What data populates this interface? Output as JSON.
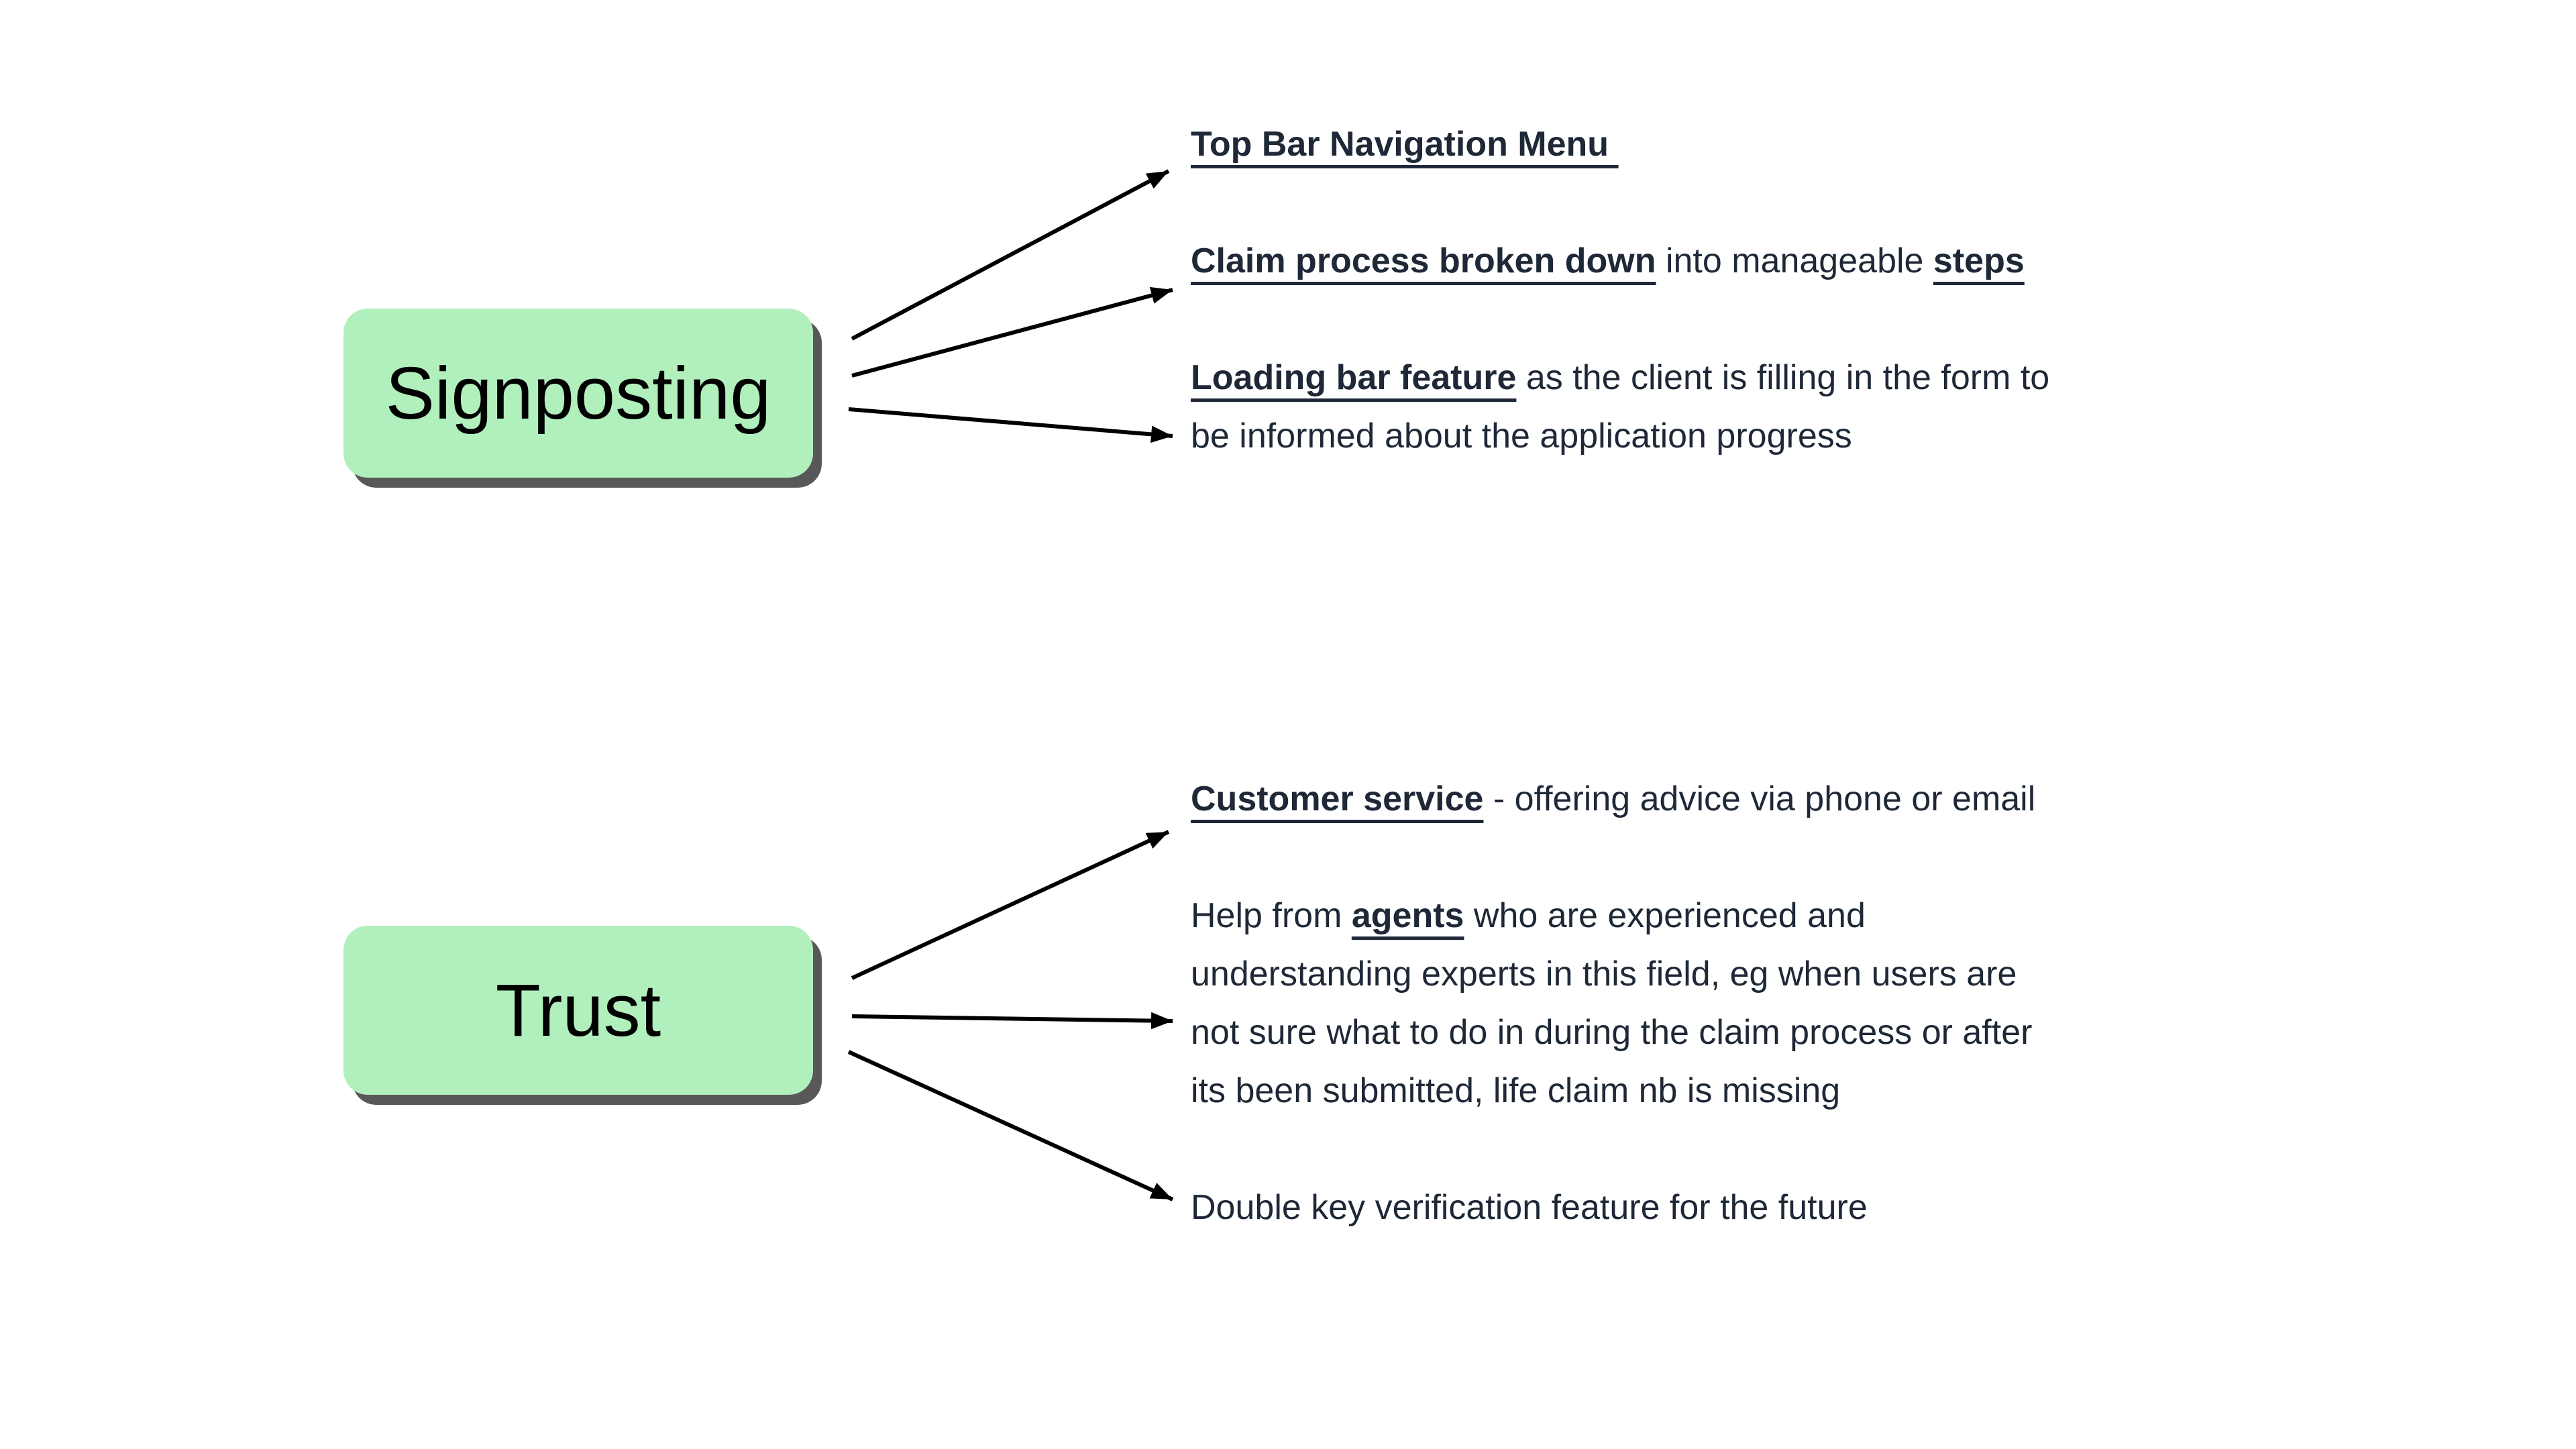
{
  "page": {
    "background_color": "#ffffff",
    "diagram_type": "mind-map"
  },
  "colors": {
    "node_fill": "#b1f0bd",
    "node_shadow": "#585858",
    "node_text": "#000000",
    "note_text": "#1e2837",
    "arrow": "#000000"
  },
  "sections": [
    {
      "id": "signposting",
      "box_label": "Signposting",
      "arrow_count": 3,
      "items": [
        {
          "lines": [
            [
              {
                "t": "Top Bar Navigation Menu ",
                "b": 1,
                "u": 1
              }
            ]
          ]
        },
        {
          "lines": [
            [
              {
                "t": "Claim process broken down",
                "b": 1,
                "u": 1
              },
              {
                "t": " into manageable ",
                "b": 0,
                "u": 0
              },
              {
                "t": "steps",
                "b": 1,
                "u": 1
              }
            ]
          ]
        },
        {
          "lines": [
            [
              {
                "t": "Loading bar feature",
                "b": 1,
                "u": 1
              },
              {
                "t": " as the client is filling in the form to",
                "b": 0,
                "u": 0
              }
            ],
            [
              {
                "t": "be informed about the application progress",
                "b": 0,
                "u": 0
              }
            ]
          ]
        }
      ]
    },
    {
      "id": "trust",
      "box_label": "Trust",
      "arrow_count": 3,
      "items": [
        {
          "lines": [
            [
              {
                "t": "Customer service",
                "b": 1,
                "u": 1
              },
              {
                "t": " - offering advice via phone or email",
                "b": 0,
                "u": 0
              }
            ]
          ]
        },
        {
          "lines": [
            [
              {
                "t": "Help from ",
                "b": 0,
                "u": 0
              },
              {
                "t": "agents",
                "b": 1,
                "u": 1
              },
              {
                "t": " who are experienced and",
                "b": 0,
                "u": 0
              }
            ],
            [
              {
                "t": "understanding experts in this field, eg when users are",
                "b": 0,
                "u": 0
              }
            ],
            [
              {
                "t": "not sure what to do in during the claim process or after",
                "b": 0,
                "u": 0
              }
            ],
            [
              {
                "t": "its been submitted, life claim nb is missing",
                "b": 0,
                "u": 0
              }
            ]
          ]
        },
        {
          "lines": [
            [
              {
                "t": "Double key verification feature for the future",
                "b": 0,
                "u": 0
              }
            ]
          ]
        }
      ]
    }
  ]
}
